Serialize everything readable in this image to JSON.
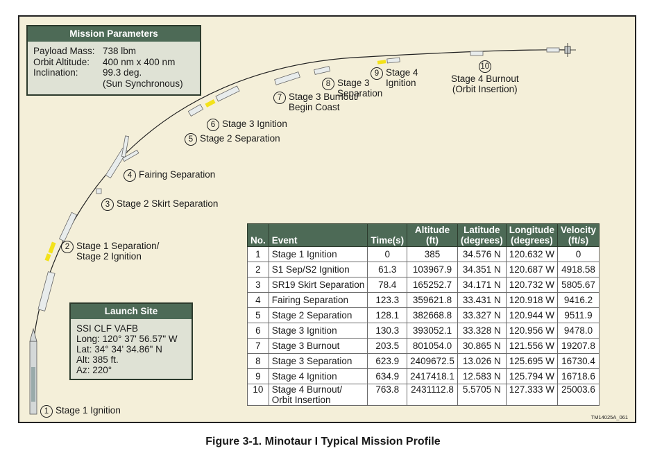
{
  "mission_params": {
    "title": "Mission Parameters",
    "rows": [
      {
        "k": "Payload Mass:",
        "v": "738 lbm"
      },
      {
        "k": "Orbit Altitude:",
        "v": "400 nm x 400 nm"
      },
      {
        "k": "Inclination:",
        "v": "99.3  deg."
      },
      {
        "k": "",
        "v": "(Sun Synchronous)"
      }
    ]
  },
  "launch_site": {
    "title": "Launch Site",
    "rows": [
      "SSI CLF VAFB",
      "Long:  120° 37' 56.57\" W",
      "Lat:  34° 34' 34.86\" N",
      "Alt:  385 ft.",
      "Az:  220°"
    ]
  },
  "trajectory_labels": [
    {
      "n": "1",
      "lines": [
        "Stage 1 Ignition"
      ]
    },
    {
      "n": "2",
      "lines": [
        "Stage 1 Separation/",
        "Stage 2 Ignition"
      ]
    },
    {
      "n": "3",
      "lines": [
        "Stage 2 Skirt Separation"
      ]
    },
    {
      "n": "4",
      "lines": [
        "Fairing Separation"
      ]
    },
    {
      "n": "5",
      "lines": [
        "Stage 2 Separation"
      ]
    },
    {
      "n": "6",
      "lines": [
        "Stage 3 Ignition"
      ]
    },
    {
      "n": "7",
      "lines": [
        "Stage 3 Burnout/",
        "Begin Coast"
      ]
    },
    {
      "n": "8",
      "lines": [
        "Stage 3",
        "Separation"
      ]
    },
    {
      "n": "9",
      "lines": [
        "Stage 4",
        "Ignition"
      ]
    },
    {
      "n": "10",
      "lines": [
        "Stage 4 Burnout",
        "(Orbit Insertion)"
      ]
    }
  ],
  "table": {
    "headers": [
      "No.",
      "Event",
      "Time(s)",
      "Altitude\n(ft)",
      "Latitude\n(degrees)",
      "Longitude\n(degrees)",
      "Velocity\n(ft/s)"
    ],
    "rows": [
      [
        "1",
        "Stage 1 Ignition",
        "0",
        "385",
        "34.576 N",
        "120.632 W",
        "0"
      ],
      [
        "2",
        "S1 Sep/S2 Ignition",
        "61.3",
        "103967.9",
        "34.351 N",
        "120.687 W",
        "4918.58"
      ],
      [
        "3",
        "SR19 Skirt Separation",
        "78.4",
        "165252.7",
        "34.171 N",
        "120.732 W",
        "5805.67"
      ],
      [
        "4",
        "Fairing Separation",
        "123.3",
        "359621.8",
        "33.431 N",
        "120.918 W",
        "9416.2"
      ],
      [
        "5",
        "Stage 2 Separation",
        "128.1",
        "382668.8",
        "33.327 N",
        "120.944 W",
        "9511.9"
      ],
      [
        "6",
        "Stage 3 Ignition",
        "130.3",
        "393052.1",
        "33.328 N",
        "120.956 W",
        "9478.0"
      ],
      [
        "7",
        "Stage 3 Burnout",
        "203.5",
        "801054.0",
        "30.865 N",
        "121.556 W",
        "19207.8"
      ],
      [
        "8",
        "Stage 3 Separation",
        "623.9",
        "2409672.5",
        "13.026 N",
        "125.695 W",
        "16730.4"
      ],
      [
        "9",
        "Stage 4 Ignition",
        "634.9",
        "2417418.1",
        "12.583 N",
        "125.794 W",
        "16718.6"
      ],
      [
        "10",
        "Stage 4 Burnout/\nOrbit Insertion",
        "763.8",
        "2431112.8",
        "5.5705 N",
        "127.333 W",
        "25003.6"
      ]
    ]
  },
  "credit": "TM14025A_061",
  "caption": "Figure 3-1.  Minotaur I Typical Mission Profile",
  "colors": {
    "panel": "#f4efd9",
    "header": "#4d6a56",
    "box": "#dfe2d5",
    "flame": "#f3e21a"
  }
}
